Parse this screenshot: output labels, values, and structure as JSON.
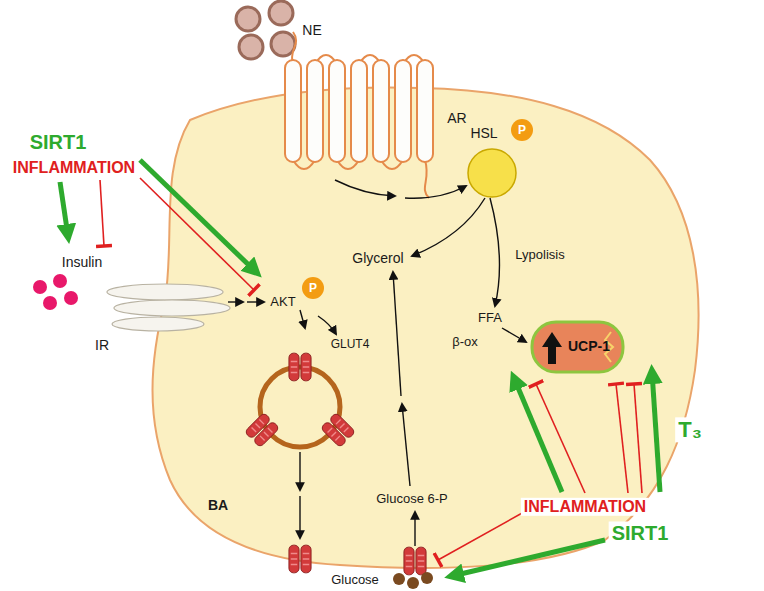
{
  "diagram": {
    "nodes": [
      {
        "text": [
          "P"
        ]
      },
      {
        "text": [
          "P"
        ]
      },
      {
        "text": [
          "UCP-1"
        ]
      }
    ],
    "labels": [
      "NE",
      "AR",
      "HSL",
      "SIRT1",
      "INFLAMMATION",
      "Insulin",
      "IR",
      "AKT",
      "GLUT4",
      "Glycerol",
      "Lypolisis",
      "FFA",
      "β-ox",
      "Glucose 6-P",
      "BA",
      "Glucose",
      "T₃",
      "INFLAMMATION",
      "SIRT1"
    ]
  }
}
